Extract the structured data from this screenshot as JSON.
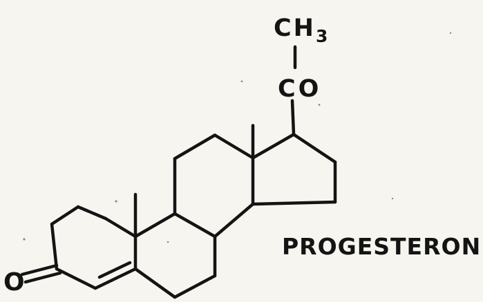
{
  "molecule": {
    "name": "PROGESTERONE",
    "labels": {
      "methyl": "CH",
      "methyl_subscript": "3",
      "carbonyl": "CO",
      "ketone_oxygen": "O"
    }
  },
  "colors": {
    "ink": "#141414",
    "paper": "#f6f5ef"
  }
}
